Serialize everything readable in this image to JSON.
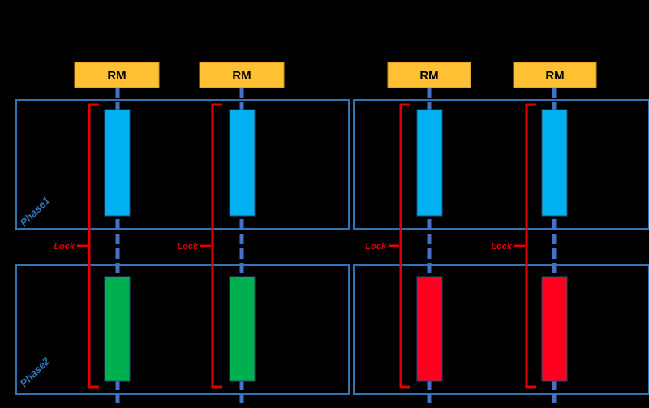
{
  "colors": {
    "background": "#000000",
    "phase_frame": "#2E75B6",
    "rm_box": "#FFC033",
    "rm_box_border": "#C8921E",
    "lifeline": "#4472C4",
    "phase1_bar": "#00B0F0",
    "phase2_bar_commit": "#00B050",
    "phase2_bar_abort": "#FF0020",
    "lock_bracket": "#E00000"
  },
  "phases": [
    {
      "label": "Phase1"
    },
    {
      "label": "Phase2"
    }
  ],
  "participants": [
    {
      "label": "RM",
      "phase2_outcome": "commit"
    },
    {
      "label": "RM",
      "phase2_outcome": "commit"
    },
    {
      "label": "RM",
      "phase2_outcome": "abort"
    },
    {
      "label": "RM",
      "phase2_outcome": "abort"
    }
  ],
  "lock_label": "Lock"
}
